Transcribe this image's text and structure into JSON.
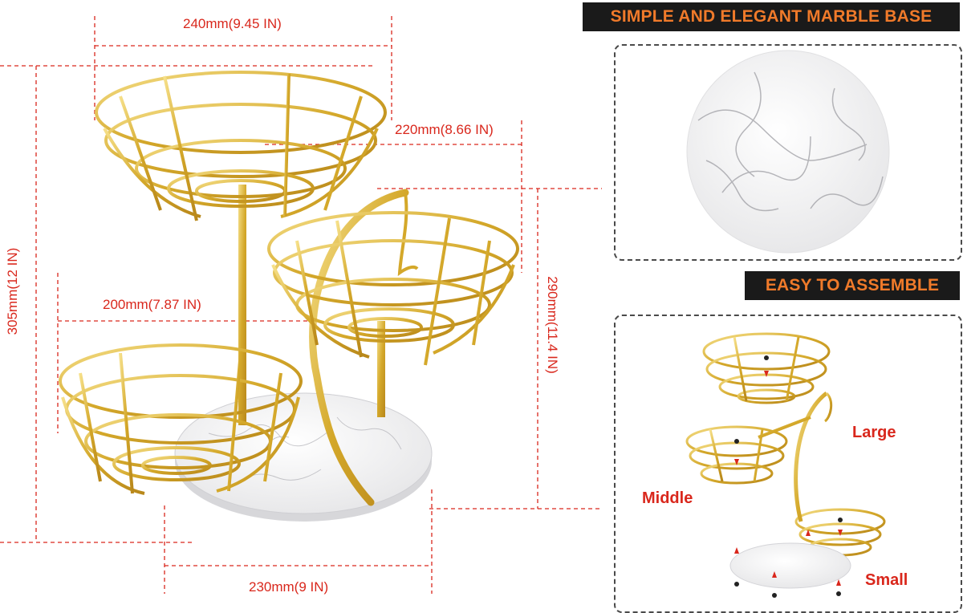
{
  "dimensions": {
    "top_width": "240mm(9.45 IN)",
    "mid_width": "220mm(8.66 IN)",
    "low_width": "200mm(7.87 IN)",
    "base_width": "230mm(9 IN)",
    "total_height": "305mm(12 IN)",
    "right_height": "290mm(11.4 IN)"
  },
  "panels": {
    "marble_title": "SIMPLE AND ELEGANT MARBLE BASE",
    "assemble_title": "EASY TO ASSEMBLE"
  },
  "labels": {
    "large": "Large",
    "middle": "Middle",
    "small": "Small"
  },
  "colors": {
    "gold": "#d4a82a",
    "gold_light": "#f3d977",
    "dimension_red": "#d9271c",
    "banner_bg": "#1a1a1a",
    "banner_text": "#f07a2a"
  }
}
